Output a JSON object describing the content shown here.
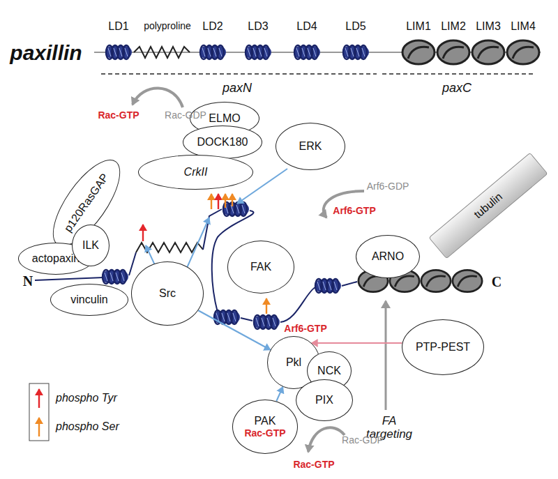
{
  "diagram": {
    "nodes": [
      {
        "text": [
          "ELMO"
        ]
      },
      {
        "text": [
          "DOCK180"
        ]
      },
      {
        "text": [
          "p120RasGAP"
        ]
      },
      {
        "text": [
          "ERK"
        ]
      },
      {
        "text": [
          "CrkII"
        ]
      },
      {
        "text": [
          "ARNO"
        ]
      },
      {
        "text": [
          "tubulin"
        ]
      },
      {
        "text": [
          "actopaxin"
        ]
      },
      {
        "text": [
          "ILK"
        ]
      },
      {
        "text": [
          "FAK"
        ]
      },
      {
        "text": [
          "vinculin"
        ]
      },
      {
        "text": [
          "Src"
        ]
      },
      {
        "text": [
          "Pkl"
        ]
      },
      {
        "text": [
          "NCK"
        ]
      },
      {
        "text": [
          "PTP-PEST"
        ]
      },
      {
        "text": [
          "PAK",
          "Rac-GTP"
        ]
      },
      {
        "text": [
          "PIX"
        ]
      }
    ],
    "edges": [
      {
        "from": 11,
        "to": 12,
        "arrow": "to"
      },
      {
        "from": 15,
        "to": 12,
        "arrow": "to"
      },
      {
        "from": 14,
        "to": 12,
        "arrow": "to"
      }
    ],
    "labels": [
      "paxillin",
      "LD1",
      "polyproline",
      "LD2",
      "LD3",
      "LD4",
      "LD5",
      "LIM1",
      "LIM2",
      "LIM3",
      "LIM4",
      "paxN",
      "paxC",
      "Rac-GTP",
      "Rac-GDP",
      "Arf6-GDP",
      "Arf6-GTP",
      "N",
      "Arf6-GTP",
      "C",
      "FA targeting",
      "Rac-GTP",
      "Rac-GDP"
    ],
    "legend": [
      {
        "text": "phospho Tyr"
      },
      {
        "text": "phospho Ser"
      }
    ]
  }
}
